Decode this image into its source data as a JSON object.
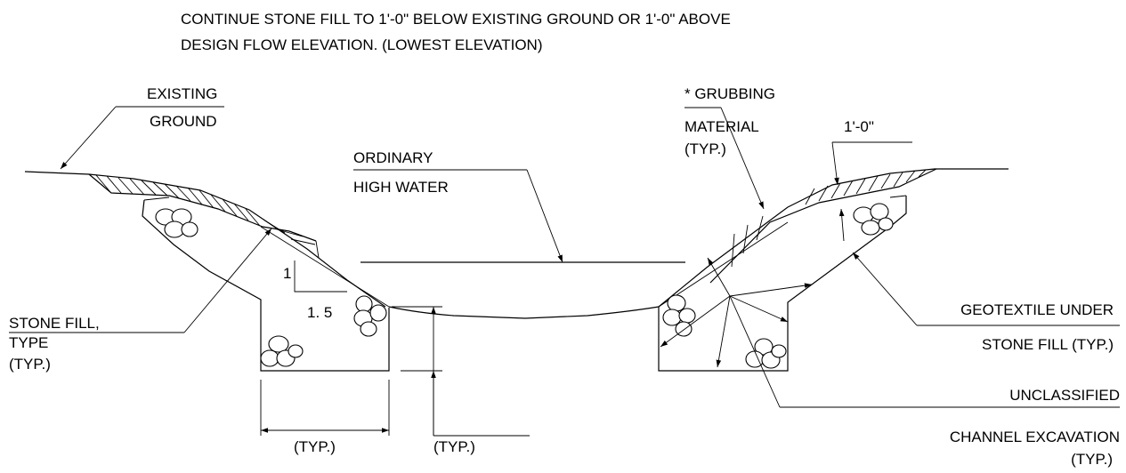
{
  "note": {
    "line1": "CONTINUE STONE FILL TO 1'-0\" BELOW EXISTING GROUND OR 1'-0\" ABOVE",
    "line2": "DESIGN FLOW ELEVATION.    (LOWEST ELEVATION)"
  },
  "labels": {
    "existing_ground_1": "EXISTING",
    "existing_ground_2": "GROUND",
    "grubbing_1": "* GRUBBING",
    "grubbing_2": "MATERIAL",
    "grubbing_3": "(TYP.)",
    "one_foot": "1'-0\"",
    "ohw_1": "ORDINARY",
    "ohw_2": "HIGH WATER",
    "slope_rise": "1",
    "slope_run": "1. 5",
    "stone_fill_1": "STONE FILL,",
    "stone_fill_2": "TYPE",
    "stone_fill_3": "(TYP.)",
    "geotextile_1": "GEOTEXTILE UNDER",
    "geotextile_2": "STONE FILL (TYP.)",
    "excavation_1": "UNCLASSIFIED",
    "excavation_2": "CHANNEL EXCAVATION",
    "excavation_3": "(TYP.)",
    "width_typ": "(TYP.)",
    "depth_typ": "(TYP.)"
  }
}
